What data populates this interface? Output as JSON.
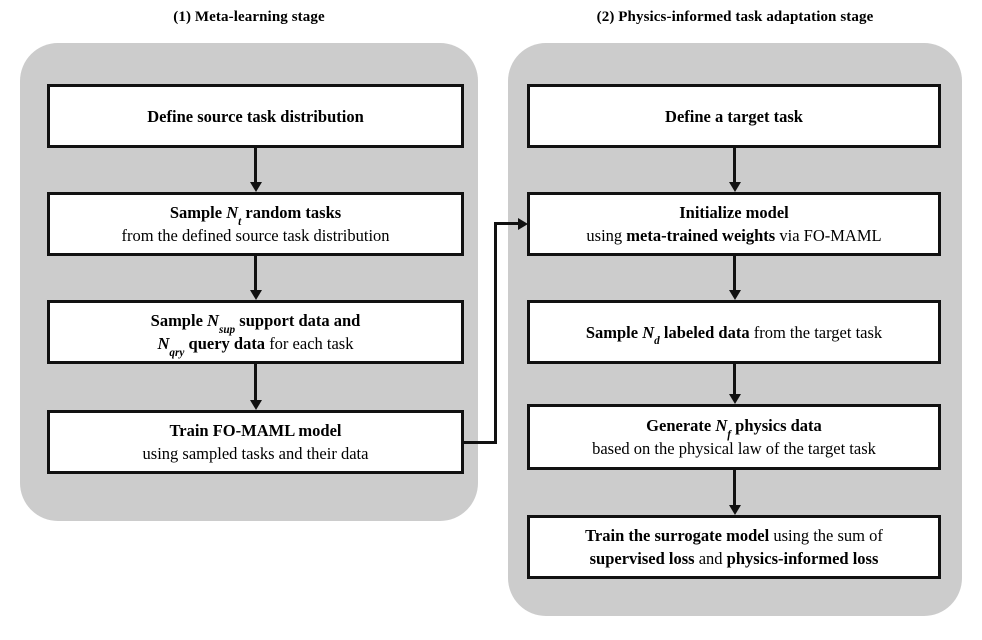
{
  "diagram": {
    "title_left": "(1) Meta-learning stage",
    "title_right": "(2) Physics-informed task adaptation stage",
    "panel_color": "#cccccc",
    "node_fill": "#ffffff",
    "stroke_color": "#111111"
  },
  "stages": [
    {
      "id": "meta-learning",
      "label": "(1) Meta-learning stage",
      "nodes": [
        {
          "id": "define-source-task-distribution",
          "line1_bold": "Define source task distribution",
          "line2": ""
        },
        {
          "id": "sample-random-tasks",
          "line1_prefix": "Sample ",
          "line1_var": "N",
          "line1_sub": "t",
          "line1_suffix": " random tasks",
          "line2": "from the defined source task distribution"
        },
        {
          "id": "sample-support-query-data",
          "line1_prefix": "Sample ",
          "line1_var": "N",
          "line1_sub": "sup",
          "line1_suffix": " support data and",
          "line2_var": "N",
          "line2_sub": "qry",
          "line2_bold": " query data",
          "line2_rest": " for each task"
        },
        {
          "id": "train-fo-maml-model",
          "line1_bold": "Train FO-MAML model",
          "line2": "using sampled tasks and their data"
        }
      ]
    },
    {
      "id": "physics-informed-task-adaptation",
      "label": "(2) Physics-informed task adaptation stage",
      "nodes": [
        {
          "id": "define-target-task",
          "line1_bold": "Define a target task",
          "line2": ""
        },
        {
          "id": "initialize-model",
          "line1_bold": "Initialize model",
          "line2_prefix": "using ",
          "line2_bold": "meta-trained weights",
          "line2_suffix": " via FO-MAML"
        },
        {
          "id": "sample-labeled-data",
          "line1_prefix": "Sample ",
          "line1_var": "N",
          "line1_sub": "d",
          "line1_bold_mid": " labeled data",
          "line1_suffix": " from the target task"
        },
        {
          "id": "generate-physics-data",
          "line1_prefix": "Generate ",
          "line1_var": "N",
          "line1_sub": "f",
          "line1_suffix": " physics data",
          "line2": "based on the physical law of the target task"
        },
        {
          "id": "train-surrogate-model",
          "line1_bold": "Train the surrogate model",
          "line1_suffix": " using the sum of",
          "line2_bold": "supervised loss",
          "line2_mid": " and ",
          "line2_bold2": "physics-informed loss"
        }
      ]
    }
  ],
  "connectors": [
    {
      "id": "left-1-to-2",
      "type": "vertical-arrow"
    },
    {
      "id": "left-2-to-3",
      "type": "vertical-arrow"
    },
    {
      "id": "left-3-to-4",
      "type": "vertical-arrow"
    },
    {
      "id": "cross-stage-train-to-initialize",
      "type": "elbow-arrow"
    },
    {
      "id": "right-1-to-2",
      "type": "vertical-arrow"
    },
    {
      "id": "right-2-to-3",
      "type": "vertical-arrow"
    },
    {
      "id": "right-3-to-4",
      "type": "vertical-arrow"
    },
    {
      "id": "right-4-to-5",
      "type": "vertical-arrow"
    }
  ]
}
